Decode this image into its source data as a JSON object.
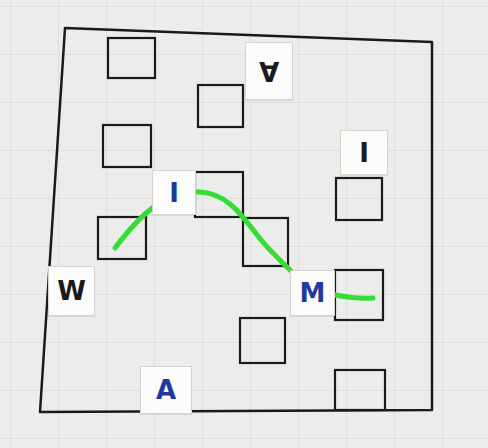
{
  "diagram": {
    "nodes": [
      {
        "text": [
          "A"
        ]
      },
      {
        "text": [
          "I"
        ]
      },
      {
        "text": [
          "I"
        ]
      },
      {
        "text": [
          "W"
        ]
      },
      {
        "text": [
          "M"
        ]
      },
      {
        "text": [
          "A"
        ]
      }
    ]
  }
}
